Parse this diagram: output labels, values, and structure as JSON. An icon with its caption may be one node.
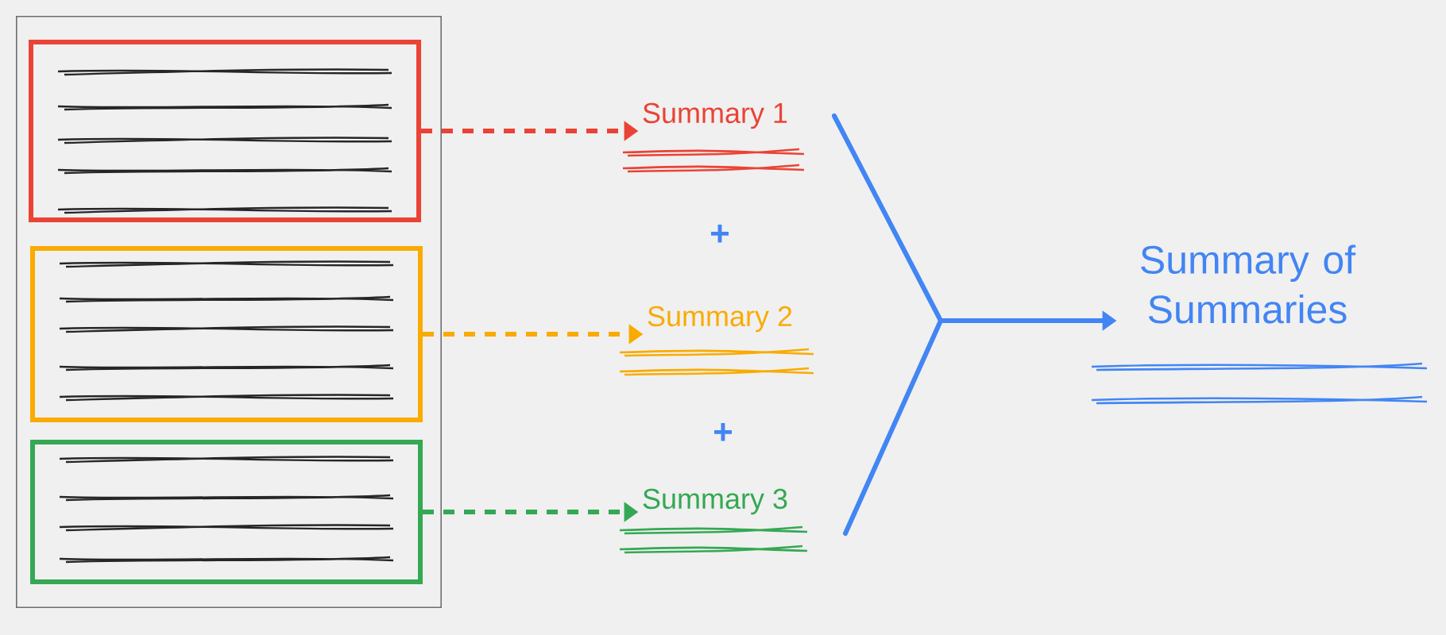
{
  "diagram": {
    "nodes": [
      {
        "text": [],
        "shape": "box"
      },
      {
        "text": [],
        "shape": "box",
        "in": 0
      },
      {
        "text": [],
        "shape": "box",
        "in": 0
      },
      {
        "text": [],
        "shape": "box",
        "in": 0
      },
      {
        "text": [
          "Summary 1"
        ]
      },
      {
        "text": [
          "Summary 2"
        ]
      },
      {
        "text": [
          "Summary 3"
        ]
      },
      {
        "text": [
          "Summary of Summaries"
        ]
      },
      {
        "text": [],
        "shape": "bracket"
      }
    ],
    "edges": [
      {
        "from": 1,
        "to": 4,
        "arrow": "to",
        "style": "dashed",
        "color": "#ea4335"
      },
      {
        "from": 2,
        "to": 5,
        "arrow": "to",
        "style": "dashed",
        "color": "#f9ab00"
      },
      {
        "from": 3,
        "to": 6,
        "arrow": "to",
        "style": "dashed",
        "color": "#34a853"
      },
      {
        "from": 8,
        "to": 7,
        "arrow": "to",
        "color": "#4285f4"
      }
    ],
    "labels": [
      "+",
      "+"
    ]
  }
}
